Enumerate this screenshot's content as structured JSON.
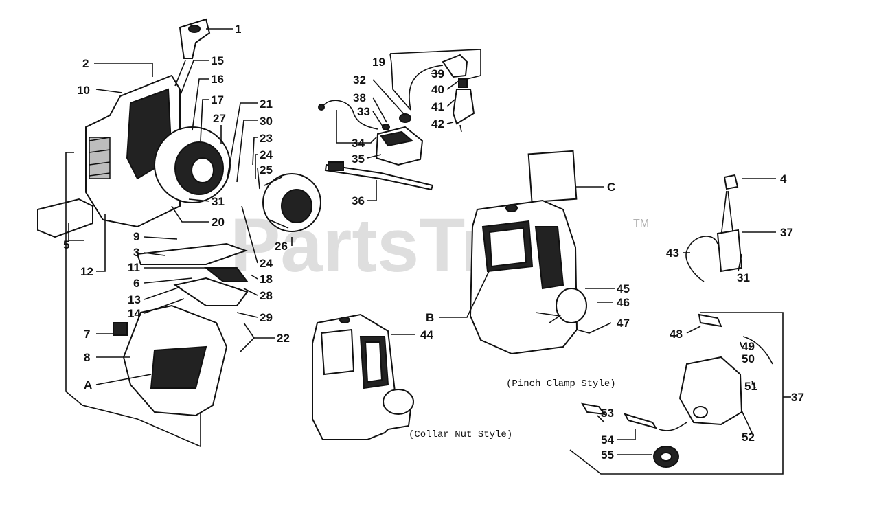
{
  "watermark": {
    "text": "PartsTree",
    "trademark": "TM"
  },
  "style_notes": {
    "pinch_clamp": "(Pinch Clamp Style)",
    "collar_nut": "(Collar Nut Style)"
  },
  "callouts": [
    {
      "id": "1",
      "text": "1"
    },
    {
      "id": "2",
      "text": "2"
    },
    {
      "id": "10",
      "text": "10"
    },
    {
      "id": "15",
      "text": "15"
    },
    {
      "id": "16",
      "text": "16"
    },
    {
      "id": "17",
      "text": "17"
    },
    {
      "id": "27",
      "text": "27"
    },
    {
      "id": "21",
      "text": "21"
    },
    {
      "id": "30",
      "text": "30"
    },
    {
      "id": "23",
      "text": "23"
    },
    {
      "id": "24a",
      "text": "24"
    },
    {
      "id": "25",
      "text": "25"
    },
    {
      "id": "31a",
      "text": "31"
    },
    {
      "id": "20",
      "text": "20"
    },
    {
      "id": "26",
      "text": "26"
    },
    {
      "id": "5",
      "text": "5"
    },
    {
      "id": "12",
      "text": "12"
    },
    {
      "id": "9",
      "text": "9"
    },
    {
      "id": "3",
      "text": "3"
    },
    {
      "id": "11",
      "text": "11"
    },
    {
      "id": "6",
      "text": "6"
    },
    {
      "id": "13",
      "text": "13"
    },
    {
      "id": "14",
      "text": "14"
    },
    {
      "id": "24b",
      "text": "24"
    },
    {
      "id": "18",
      "text": "18"
    },
    {
      "id": "28",
      "text": "28"
    },
    {
      "id": "29",
      "text": "29"
    },
    {
      "id": "22",
      "text": "22"
    },
    {
      "id": "7",
      "text": "7"
    },
    {
      "id": "8",
      "text": "8"
    },
    {
      "id": "A",
      "text": "A"
    },
    {
      "id": "19",
      "text": "19"
    },
    {
      "id": "32",
      "text": "32"
    },
    {
      "id": "39",
      "text": "39"
    },
    {
      "id": "38",
      "text": "38"
    },
    {
      "id": "40",
      "text": "40"
    },
    {
      "id": "41",
      "text": "41"
    },
    {
      "id": "33",
      "text": "33"
    },
    {
      "id": "42",
      "text": "42"
    },
    {
      "id": "34",
      "text": "34"
    },
    {
      "id": "35",
      "text": "35"
    },
    {
      "id": "36",
      "text": "36"
    },
    {
      "id": "C",
      "text": "C"
    },
    {
      "id": "4",
      "text": "4"
    },
    {
      "id": "37a",
      "text": "37"
    },
    {
      "id": "43",
      "text": "43"
    },
    {
      "id": "31b",
      "text": "31"
    },
    {
      "id": "45",
      "text": "45"
    },
    {
      "id": "46",
      "text": "46"
    },
    {
      "id": "B",
      "text": "B"
    },
    {
      "id": "47",
      "text": "47"
    },
    {
      "id": "44",
      "text": "44"
    },
    {
      "id": "48",
      "text": "48"
    },
    {
      "id": "49",
      "text": "49"
    },
    {
      "id": "50",
      "text": "50"
    },
    {
      "id": "51",
      "text": "51"
    },
    {
      "id": "37b",
      "text": "37"
    },
    {
      "id": "53",
      "text": "53"
    },
    {
      "id": "54",
      "text": "54"
    },
    {
      "id": "52",
      "text": "52"
    },
    {
      "id": "55",
      "text": "55"
    }
  ]
}
